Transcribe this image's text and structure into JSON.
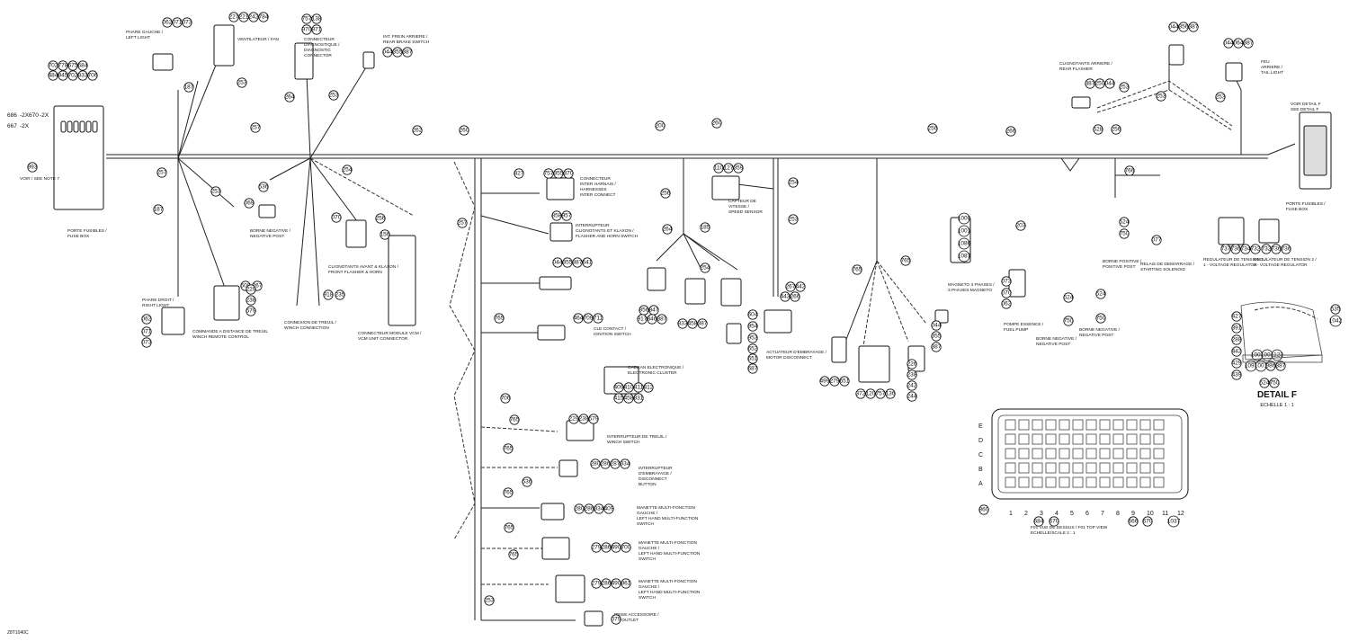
{
  "drawing_id": "Z8T1040C",
  "detail_f": {
    "title": "DETAIL F",
    "scale": "ECHELLE 1 : 1"
  },
  "labels": {
    "phare_gauche": [
      "PHARE GAUCHE /",
      "LEFT LIGHT"
    ],
    "ventilateur": [
      "VENTILATEUR / FAN"
    ],
    "connecteur_diag": [
      "CONNECTEUR",
      "DIAGNOSTIQUE /",
      "DIAGNOSTIC",
      "CONNECTOR"
    ],
    "int_frein": [
      "INT. FREIN ARRIERE /",
      "REAR BRAKE SWITCH"
    ],
    "clignotants_arr": [
      "CLIGNOTANTS ARRIERE /",
      "REAR FLASHER"
    ],
    "feu_arriere": [
      "FEU",
      "ARRIERE /",
      "TAIL LIGHT"
    ],
    "voir_detail": [
      "VOIR DETAIL F",
      "SEE DETAIL F"
    ],
    "voir_note": [
      "VOIR / SEE NOTE 7"
    ],
    "porte_fusibles_l": [
      "PORTE FUSIBLES /",
      "FUSE BOX"
    ],
    "porte_fusibles_r": [
      "PORTE FUSIBLES /",
      "FUSE BOX"
    ],
    "borne_neg_1": [
      "BORNE NEGATIVE /",
      "NEGATIVE POST"
    ],
    "connecteur_inter": [
      "CONNECTEUR",
      "INTER HARNAIS /",
      "HARNESSES",
      "INTER CONNECT"
    ],
    "interrupteur_clign": [
      "INTERRUPTEUR",
      "CLIGNOTANTS ET KLAXON /",
      "FLASHER AND HORN SWITCH"
    ],
    "capteur_vitesse": [
      "CAPTEUR DE",
      "VITESSE /",
      "SPEED SENSOR"
    ],
    "clignotants_avant": [
      "CLIGNOTANTS AVANT & KLAXON /",
      "FRONT FLASHER & HORN"
    ],
    "phare_droit": [
      "PHARE DROIT /",
      "RIGHT LIGHT"
    ],
    "commande_treuil": [
      "COMMANDE A DISTANCE DE TREUIL",
      "WINCH REMOTE CONTROL"
    ],
    "connexion_treuil": [
      "CONNEXION DE TREUIL /",
      "WINCH CONNECTION"
    ],
    "connecteur_vcm": [
      "CONNECTEUR MODULE VCM /",
      "VCM UNIT CONNECTOR"
    ],
    "cle_contact": [
      "CLE CONTACT /",
      "IGNITION SWITCH"
    ],
    "actuateur": [
      "ACTUATEUR D'EMBRAYAGE /",
      "MOTOR DISCONNECT"
    ],
    "magneto": [
      "MAGNETO 3 PHASES /",
      "3 PHASES MAGNETO"
    ],
    "pompe_essence": [
      "POMPE ESSENCE /",
      "FUEL PUMP"
    ],
    "borne_neg_2": [
      "BORNE NEGATIVE /",
      "NEGATIVE POST"
    ],
    "borne_neg_3": [
      "BORNE NEGATIVE /",
      "NEGATIVE POST"
    ],
    "borne_positive": [
      "BORNE POSITIVE /",
      "POSITIVE POST"
    ],
    "relais_demarrage": [
      "RELAIS DE DEMARRAGE /",
      "STARTING SOLENOID"
    ],
    "regulateur_1": [
      "REGULATEUR DE TENSION 1 /",
      "1 - VOLTAGE REGULATOR"
    ],
    "regulateur_2": [
      "REGULATEUR DE TENSION 2 /",
      "2 - VOLTAGE REGULATOR"
    ],
    "cadran": [
      "CADRAN ELECTRONIQUE /",
      "ELECTRONIC CLUSTER"
    ],
    "interrupteur_treuil": [
      "INTERRUPTEUR DE TREUIL /",
      "WINCH SWITCH"
    ],
    "interrupteur_debr": [
      "INTERRUPTEUR",
      "D'EMBRAYAGE /",
      "DISCONNECT",
      "BUTTON"
    ],
    "manette_1": [
      "MANETTE MULTI-FONCTION",
      "GAUCHE /",
      "LEFT HAND MULTI-FUNCTION",
      "SWITCH"
    ],
    "manette_2": [
      "MANETTE MULTI-FONCTION",
      "GAUCHE /",
      "LEFT HAND MULTI-FUNCTION",
      "SWITCH"
    ],
    "manette_3": [
      "MANETTE MULTI-FONCTION",
      "GAUCHE /",
      "LEFT HAND MULTI-FUNCTION",
      "SWITCH"
    ],
    "prise_accessoire": [
      "PRISE ACCESSOIRE /",
      "DC OUTLET"
    ],
    "vue_dessus": [
      "F01 VUE DE DESSUS / F01 TOP VIEW",
      "ECHELLE/SCALE 2 : 1"
    ]
  },
  "fuse_box_rows": [
    "E",
    "D",
    "C",
    "B",
    "A"
  ],
  "fuse_box_cols": [
    "1",
    "2",
    "3",
    "4",
    "5",
    "6",
    "7",
    "8",
    "9",
    "10",
    "11",
    "12"
  ],
  "left_refs": [
    "686",
    "-2X",
    "670",
    "-2X",
    "667",
    "-2X"
  ],
  "bubbles": [
    "062",
    "071",
    "073",
    "227",
    "221",
    "242",
    "784",
    "757",
    "138",
    "970",
    "971",
    "044",
    "355",
    "387",
    "702",
    "778",
    "675",
    "684",
    "484",
    "945",
    "702",
    "933",
    "706",
    "187",
    "253",
    "264",
    "253",
    "257",
    "262",
    "260",
    "200",
    "260",
    "256",
    "266",
    "528",
    "256",
    "253",
    "044",
    "356",
    "387",
    "253",
    "044",
    "064",
    "387",
    "387",
    "250",
    "044",
    "253",
    "993",
    "257",
    "253",
    "187",
    "536",
    "069",
    "254",
    "070",
    "256",
    "156",
    "508",
    "267",
    "918",
    "235",
    "229",
    "238",
    "579",
    "062",
    "071",
    "073",
    "757",
    "355",
    "370",
    "858",
    "957",
    "044",
    "355",
    "387",
    "641",
    "110",
    "127",
    "359",
    "254",
    "253",
    "185",
    "264",
    "254",
    "256",
    "856",
    "847",
    "917",
    "846",
    "387",
    "833",
    "458",
    "387",
    "267",
    "442",
    "443",
    "266",
    "604",
    "954",
    "953",
    "652",
    "651",
    "687",
    "827",
    "257",
    "765",
    "464",
    "709",
    "711",
    "706",
    "409",
    "410",
    "411",
    "412",
    "415",
    "458",
    "831",
    "765",
    "229",
    "238",
    "579",
    "765",
    "280",
    "286",
    "287",
    "334",
    "536",
    "765",
    "280",
    "286",
    "334",
    "409",
    "765",
    "279",
    "286",
    "490",
    "700",
    "765",
    "279",
    "286",
    "490",
    "961",
    "253",
    "079",
    "1000",
    "1001",
    "1086",
    "1087",
    "203",
    "073",
    "070",
    "062",
    "765",
    "765",
    "044",
    "355",
    "387",
    "499",
    "279",
    "651",
    "372",
    "120",
    "757",
    "136",
    "226",
    "238",
    "242",
    "244",
    "766",
    "524",
    "750",
    "077",
    "737",
    "736",
    "734",
    "732",
    "732",
    "736",
    "736",
    "524",
    "750",
    "524",
    "750",
    "1003",
    "1004",
    "1123",
    "1097",
    "1001",
    "986",
    "387",
    "524",
    "750",
    "535",
    "1042",
    "778",
    "856",
    "670",
    "557",
    "672",
    "769",
    "899",
    "860",
    "684",
    "670",
    "666",
    "670",
    "1037",
    "427",
    "391",
    "288",
    "442",
    "429",
    "439"
  ]
}
